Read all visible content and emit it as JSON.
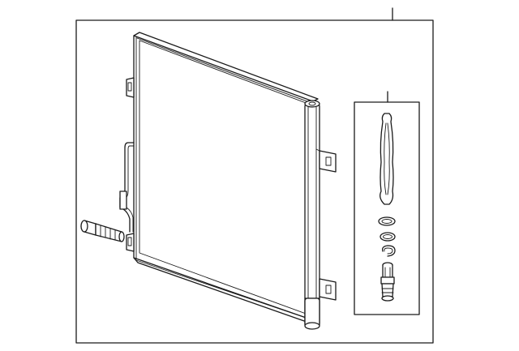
{
  "diagram": {
    "type": "parts-exploded-view",
    "assembly": "ac-condenser",
    "callouts": [
      {
        "id": "main",
        "text": ""
      },
      {
        "id": "kit",
        "text": ""
      }
    ],
    "kit_parts": [
      "desiccant-bag",
      "o-ring",
      "o-ring",
      "snap-ring",
      "filter-plug"
    ],
    "stroke_color": "#1a1a1a",
    "background": "#ffffff"
  }
}
